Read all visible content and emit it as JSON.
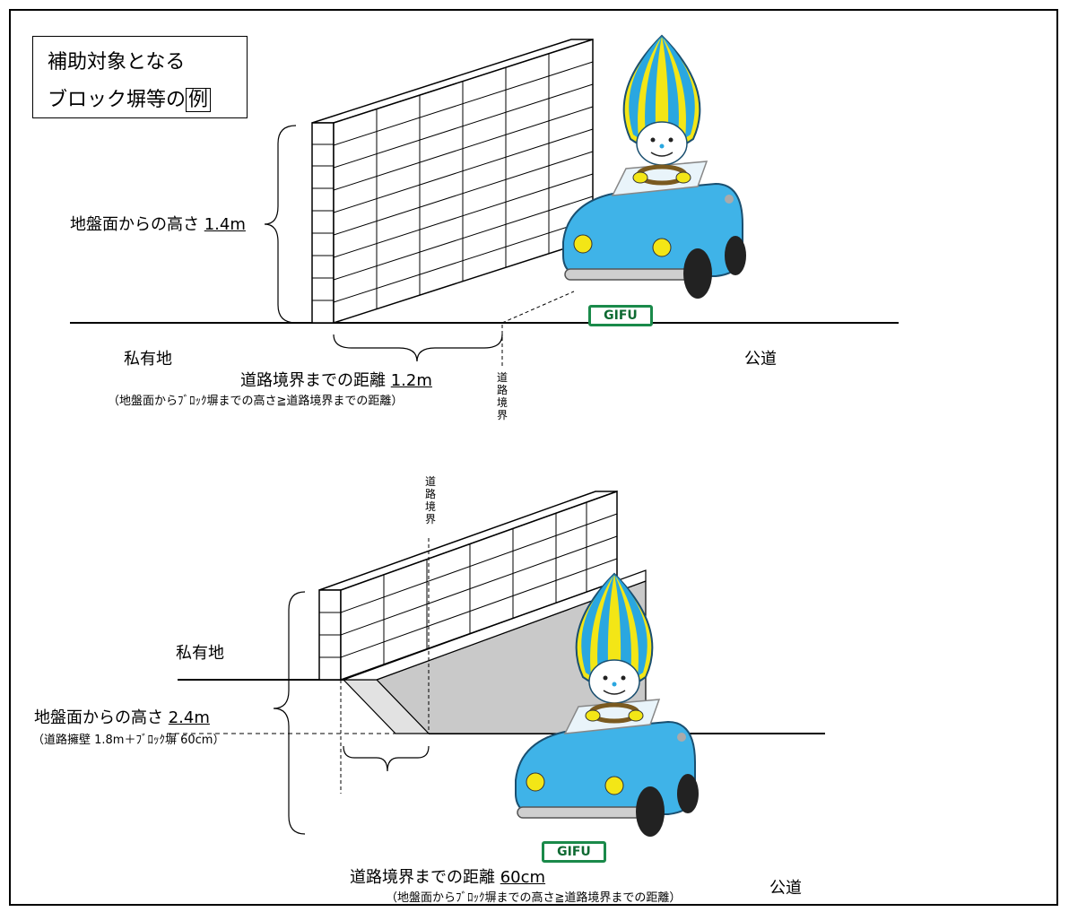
{
  "title": {
    "line1": "補助対象となる",
    "line2_prefix": "ブロック塀等の",
    "line2_boxed": "例"
  },
  "top_diagram": {
    "height_label": "地盤面からの高さ",
    "height_value": "1.4m",
    "private_land": "私有地",
    "public_road": "公道",
    "distance_label": "道路境界までの距離",
    "distance_value": "1.2m",
    "condition_note": "（地盤面からﾌﾞﾛｯｸ塀までの高さ≧道路境界までの距離）",
    "boundary_label": "道路境界",
    "plate": "GIFU"
  },
  "bottom_diagram": {
    "private_land": "私有地",
    "height_label": "地盤面からの高さ",
    "height_value": "2.4m",
    "height_breakdown": "（道路擁壁 1.8m＋ﾌﾞﾛｯｸ塀 60cm）",
    "public_road": "公道",
    "distance_label": "道路境界までの距離",
    "distance_value": "60cm",
    "condition_note": "（地盤面からﾌﾞﾛｯｸ塀までの高さ≧道路境界までの距離）",
    "boundary_label": "道路境界",
    "plate": "GIFU"
  },
  "colors": {
    "wall_gray": "#c9c9c9",
    "retaining_front": "#e2e2e2",
    "car_blue": "#3fb3e8",
    "mascot_yellow": "#f3e616",
    "mascot_blue": "#2aa7e0",
    "plate_green": "#1a8a4a"
  }
}
